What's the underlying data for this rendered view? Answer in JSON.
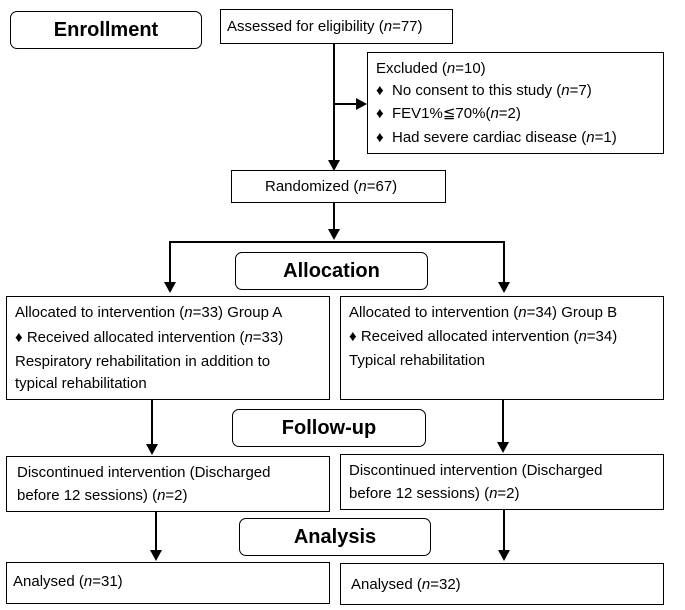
{
  "stages": {
    "enrollment": "Enrollment",
    "allocation": "Allocation",
    "followup": "Follow-up",
    "analysis": "Analysis"
  },
  "assessed": {
    "pre": "Assessed for eligibility (",
    "n": "n",
    "post": "=77)"
  },
  "excluded": {
    "title_pre": "Excluded  (",
    "title_n": "n",
    "title_post": "=10)",
    "items": [
      {
        "bullet": "♦",
        "pre": "No consent to this study (",
        "n": "n",
        "post": "=7)"
      },
      {
        "bullet": "♦",
        "pre": "FEV1%≦70%(",
        "n": "n",
        "post": "=2)"
      },
      {
        "bullet": "♦",
        "pre": "Had severe cardiac disease (",
        "n": "n",
        "post": "=1)"
      }
    ]
  },
  "randomized": {
    "pre": "Randomized (",
    "n": "n",
    "post": "=67)"
  },
  "groupA": {
    "line1_pre": "Allocated to intervention (",
    "line1_n": "n",
    "line1_post": "=33) Group A",
    "bullet": "♦",
    "line2_pre": "Received allocated intervention (",
    "line2_n": "n",
    "line2_post": "=33)",
    "line3": "Respiratory rehabilitation in addition to",
    "line4": "typical rehabilitation"
  },
  "groupB": {
    "line1_pre": "Allocated to intervention (",
    "line1_n": "n",
    "line1_post": "=34) Group B",
    "bullet": "♦",
    "line2_pre": "Received allocated intervention (",
    "line2_n": "n",
    "line2_post": "=34)",
    "line3": "Typical rehabilitation"
  },
  "followupA": {
    "line1": "Discontinued intervention (Discharged",
    "line2_pre": "before 12 sessions) (",
    "line2_n": "n",
    "line2_post": "=2)"
  },
  "followupB": {
    "line1": "Discontinued intervention (Discharged",
    "line2_pre": "before 12 sessions) (",
    "line2_n": "n",
    "line2_post": "=2)"
  },
  "analysisA": {
    "pre": "Analysed  (",
    "n": "n",
    "post": "=31)"
  },
  "analysisB": {
    "pre": "Analysed  (",
    "n": "n",
    "post": "=32)"
  }
}
